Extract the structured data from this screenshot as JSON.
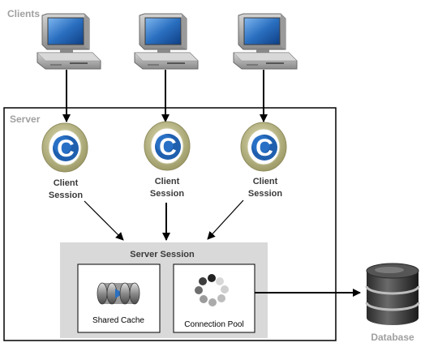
{
  "labels": {
    "clients": "Clients",
    "server": "Server",
    "server_session": "Server Session",
    "database": "Database",
    "shared_cache": "Shared Cache",
    "connection_pool": "Connection Pool"
  },
  "client_sessions": [
    {
      "line1": "Client",
      "line2": "Session"
    },
    {
      "line1": "Client",
      "line2": "Session"
    },
    {
      "line1": "Client",
      "line2": "Session"
    }
  ],
  "session_icon_letter": "C",
  "colors": {
    "session_blue": "#1f5fae",
    "ring_olive": "#b7b585",
    "monitor_screen": "#2a6fc0",
    "server_session_panel": "#d9d9d9",
    "label_gray": "#a0a0a0"
  },
  "icons": [
    "desktop-computer-icon",
    "client-session-icon",
    "shared-cache-icon",
    "connection-pool-icon",
    "database-icon"
  ]
}
